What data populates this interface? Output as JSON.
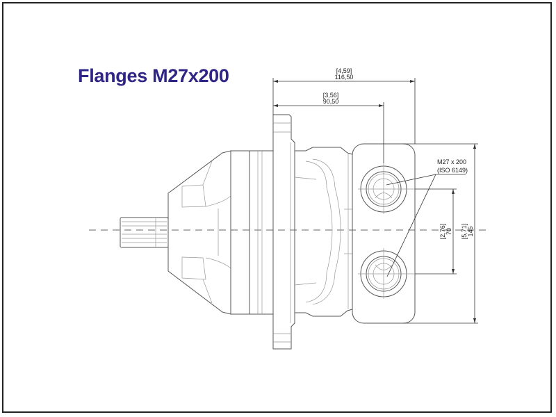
{
  "title": "Flanges M27x200",
  "dimensions": {
    "overall_length": {
      "inch": "[4,59]",
      "mm": "116,50"
    },
    "port_position": {
      "inch": "[3,56]",
      "mm": "90,50"
    },
    "port_spacing": {
      "inch": "[2,76]",
      "mm": "70"
    },
    "block_height": {
      "inch": "[5,71]",
      "mm": "145"
    }
  },
  "port_callout": {
    "line1": "M27 x 200",
    "line2": "(ISO 6149)"
  },
  "colors": {
    "title": "#2e2585",
    "lines": "#555555"
  }
}
